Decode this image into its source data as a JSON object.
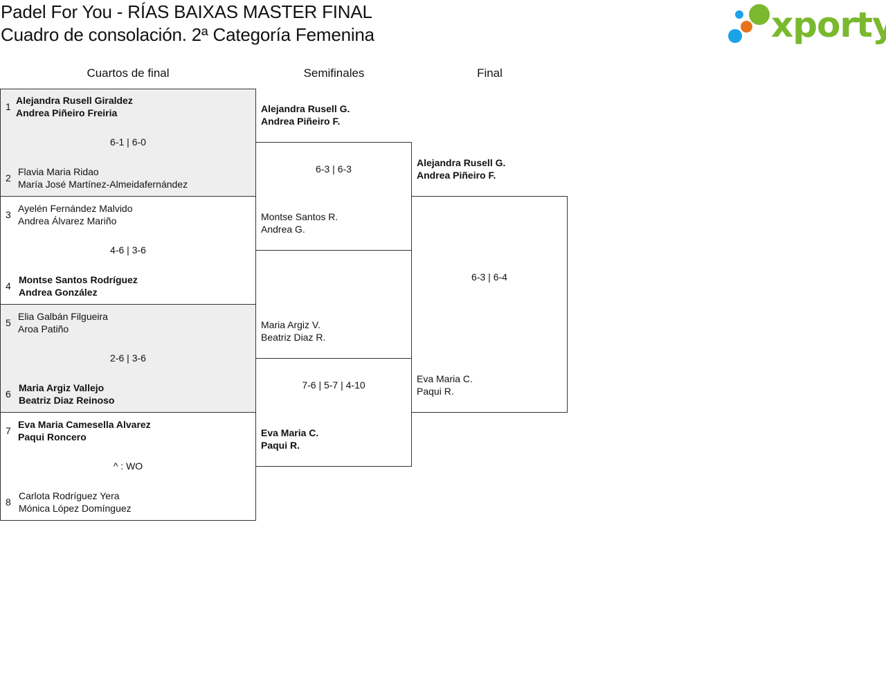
{
  "header": {
    "title": "Padel For You - RÍAS BAIXAS MASTER FINAL",
    "subtitle": "Cuadro de consolación. 2ª Categoría Femenina",
    "logo_text": "xporty",
    "logo_colors": {
      "green": "#7ab82e",
      "blue": "#1aa3e8",
      "orange": "#e8731a"
    }
  },
  "rounds": {
    "quarter": "Cuartos de final",
    "semi": "Semifinales",
    "final": "Final"
  },
  "quarterfinals": [
    {
      "score": "6-1 | 6-0",
      "top": {
        "seed": "1",
        "p1": "Alejandra Rusell Giraldez",
        "p2": "Andrea Piñeiro Freiria",
        "winner": true
      },
      "bottom": {
        "seed": "2",
        "p1": "Flavia Maria Ridao",
        "p2": "María José Martínez-Almeidafernández",
        "winner": false
      }
    },
    {
      "score": "4-6 | 3-6",
      "top": {
        "seed": "3",
        "p1": "Ayelén Fernández Malvido",
        "p2": "Andrea Álvarez Mariño",
        "winner": false
      },
      "bottom": {
        "seed": "4",
        "p1": "Montse Santos Rodríguez",
        "p2": "Andrea González",
        "winner": true
      }
    },
    {
      "score": "2-6 | 3-6",
      "top": {
        "seed": "5",
        "p1": "Elia Galbán Filgueira",
        "p2": "Aroa Patiño",
        "winner": false
      },
      "bottom": {
        "seed": "6",
        "p1": "Maria Argiz Vallejo",
        "p2": "Beatriz Diaz Reinoso",
        "winner": true
      }
    },
    {
      "score": "^ : WO",
      "top": {
        "seed": "7",
        "p1": "Eva Maria Camesella Alvarez",
        "p2": "Paqui Roncero",
        "winner": true
      },
      "bottom": {
        "seed": "8",
        "p1": "Carlota Rodríguez Yera",
        "p2": "Mónica López Domínguez",
        "winner": false
      }
    }
  ],
  "semifinals": [
    {
      "score": "6-3 | 6-3",
      "top": {
        "p1": "Alejandra Rusell G.",
        "p2": "Andrea Piñeiro F.",
        "winner": true
      },
      "bottom": {
        "p1": "Montse Santos R.",
        "p2": "Andrea G.",
        "winner": false
      }
    },
    {
      "score": "7-6 | 5-7 | 4-10",
      "top": {
        "p1": "Maria Argiz V.",
        "p2": "Beatriz Diaz R.",
        "winner": false
      },
      "bottom": {
        "p1": "Eva Maria C.",
        "p2": "Paqui R.",
        "winner": true
      }
    }
  ],
  "final": {
    "score": "6-3 | 6-4",
    "top": {
      "p1": "Alejandra Rusell G.",
      "p2": "Andrea Piñeiro F.",
      "winner": true
    },
    "bottom": {
      "p1": "Eva Maria C.",
      "p2": "Paqui R.",
      "winner": false
    }
  }
}
